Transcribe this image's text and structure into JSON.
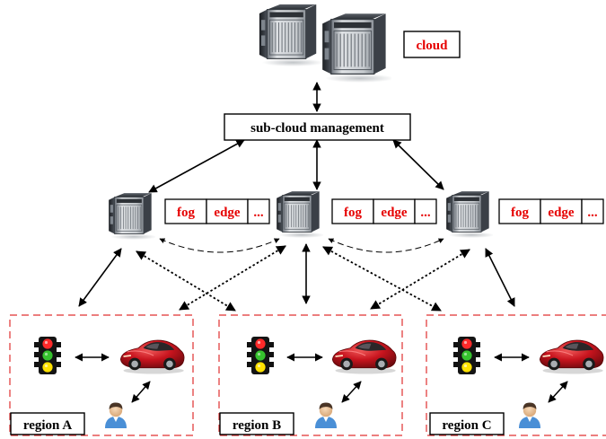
{
  "cloud": {
    "label": "cloud"
  },
  "management": {
    "label": "sub-cloud management"
  },
  "nodes": [
    {
      "cells": [
        "fog",
        "edge",
        "..."
      ]
    },
    {
      "cells": [
        "fog",
        "edge",
        "..."
      ]
    },
    {
      "cells": [
        "fog",
        "edge",
        "..."
      ]
    }
  ],
  "regions": [
    {
      "label": "region A"
    },
    {
      "label": "region B"
    },
    {
      "label": "region C"
    }
  ],
  "colors": {
    "label_red": "#e60000",
    "region_border": "#e03030",
    "server_dark": "#2a2e33",
    "server_face": "#d8dadc",
    "car_red": "#c8141e"
  }
}
